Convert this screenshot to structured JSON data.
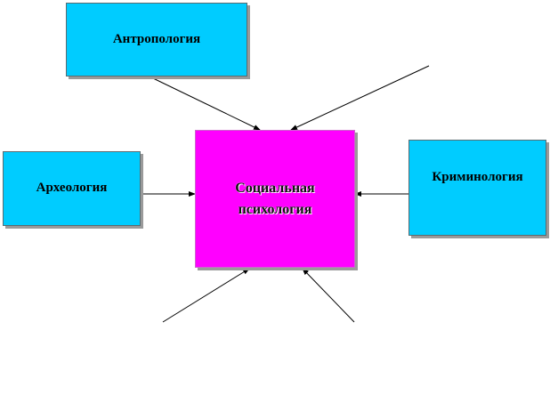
{
  "diagram": {
    "center": {
      "line1": "Социальная",
      "line2": "психология"
    },
    "nodes": {
      "anthropology": "Антропология",
      "archaeology": "Археология",
      "criminology": "Криминология"
    },
    "colors": {
      "node_fill": "#00ccff",
      "center_fill": "#ff00ff",
      "arrow": "#000000"
    }
  }
}
